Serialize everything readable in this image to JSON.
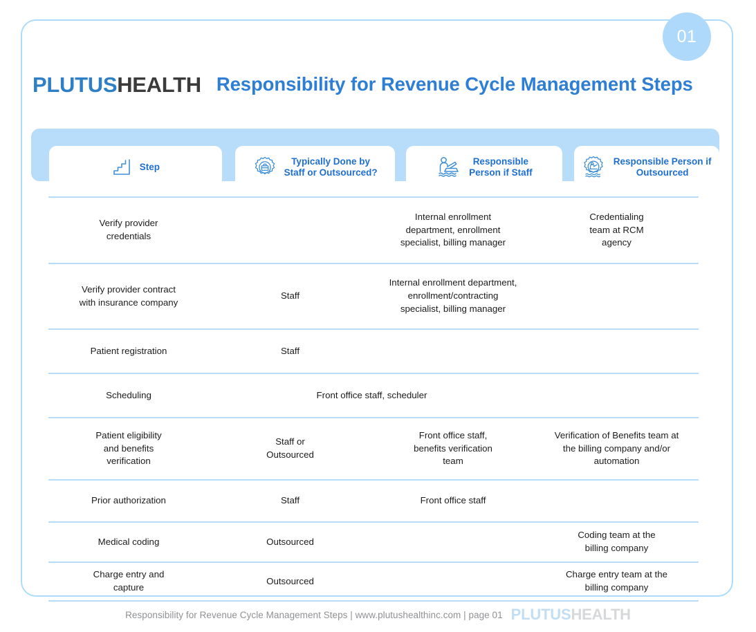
{
  "badge": {
    "number": "01"
  },
  "brand": {
    "logo_part1": "PLUTUS",
    "logo_part2": "HEALTH",
    "accent_blue": "#2e7fd4",
    "logo_dark": "#3b3b3b",
    "band_blue": "#b8ddfb",
    "border_blue": "#addcfb"
  },
  "header": {
    "title": "Responsibility for Revenue Cycle Management Steps"
  },
  "table": {
    "columns": [
      {
        "icon": "stairs-steps-icon",
        "label": "Step"
      },
      {
        "icon": "gear-briefcase-icon",
        "label": "Typically Done by\nStaff or Outsourced?"
      },
      {
        "icon": "person-at-desk-laptop-icon",
        "label": "Responsible\nPerson if Staff"
      },
      {
        "icon": "gear-person-icon",
        "label": "Responsible Person if\nOutsourced"
      }
    ],
    "rows": [
      {
        "step": "Verify provider\ncredentials",
        "typically": "",
        "staff": "Internal enrollment\ndepartment, enrollment\nspecialist, billing manager",
        "outsourced": "Credentialing\nteam at RCM\nagency"
      },
      {
        "step": "Verify provider contract\nwith insurance company",
        "typically": "Staff",
        "staff": "Internal enrollment department,\nenrollment/contracting\nspecialist, billing manager",
        "outsourced": ""
      },
      {
        "step": "Patient registration",
        "typically": "Staff",
        "staff": "",
        "outsourced": ""
      },
      {
        "step": "Scheduling",
        "typically": "",
        "merged_staff": "Front office staff, scheduler",
        "outsourced": ""
      },
      {
        "step": "Patient eligibility\nand benefits\nverification",
        "typically": "Staff or\nOutsourced",
        "staff": "Front office staff,\nbenefits verification\nteam",
        "outsourced": "Verification of Benefits team at\nthe billing company and/or\nautomation"
      },
      {
        "step": "Prior authorization",
        "typically": "Staff",
        "staff": "Front office staff",
        "outsourced": ""
      },
      {
        "step": "Medical coding",
        "typically": "Outsourced",
        "staff": "",
        "outsourced": "Coding team at the\nbilling company"
      },
      {
        "step": "Charge entry and\ncapture",
        "typically": "Outsourced",
        "staff": "",
        "outsourced": "Charge entry team at the\nbilling company"
      }
    ]
  },
  "footer": {
    "text": "Responsibility for Revenue Cycle Management Steps | www.plutushealthinc.com | page 01",
    "logo_part1": "PLUTUS",
    "logo_part2": "HEALTH"
  }
}
